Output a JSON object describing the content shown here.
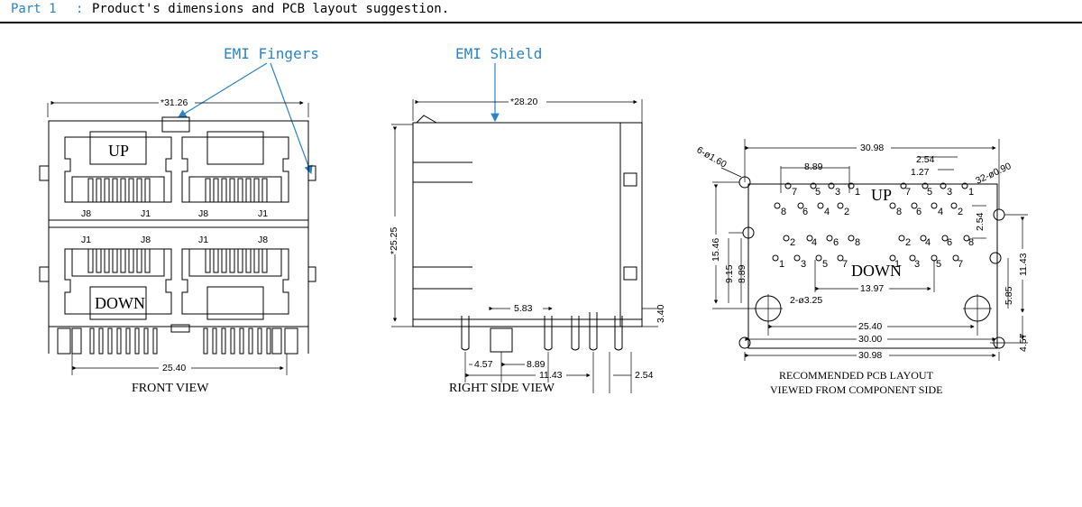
{
  "header": {
    "part": "Part 1",
    "colon": ":",
    "description": "Product's dimensions and PCB layout suggestion."
  },
  "callouts": {
    "emi_fingers": "EMI Fingers",
    "emi_shield": "EMI Shield"
  },
  "front_view": {
    "caption": "FRONT VIEW",
    "dim_width": "*31.26",
    "dim_pitch": "25.40",
    "label_up": "UP",
    "label_down": "DOWN",
    "pin_j8": "J8",
    "pin_j1": "J1"
  },
  "side_view": {
    "caption": "RIGHT SIDE VIEW",
    "dim_depth": "*28.20",
    "dim_height": "*25.25",
    "dim_583": "5.83",
    "dim_340": "3.40",
    "dim_457": "4.57",
    "dim_889": "8.89",
    "dim_1143": "11.43",
    "dim_254": "2.54"
  },
  "pcb_layout": {
    "caption_line1": "RECOMMENDED PCB LAYOUT",
    "caption_line2": "VIEWED FROM COMPONENT SIDE",
    "label_up": "UP",
    "label_down": "DOWN",
    "dim_3098_top": "30.98",
    "dim_889": "8.89",
    "dim_254_top": "2.54",
    "dim_127": "1.27",
    "dim_6_160": "6-ø1.60",
    "dim_32_090": "32-ø0.90",
    "dim_254_right": "2.54",
    "dim_1546": "15.46",
    "dim_915": "9.15",
    "dim_889_v": "8.89",
    "dim_1143": "11.43",
    "dim_585": "5.85",
    "dim_457": "4.57",
    "dim_1397": "13.97",
    "dim_2_325": "2-ø3.25",
    "dim_2540": "25.40",
    "dim_3000": "30.00",
    "dim_3098_bot": "30.98",
    "pin_labels": [
      "1",
      "2",
      "3",
      "4",
      "5",
      "6",
      "7",
      "8"
    ]
  }
}
